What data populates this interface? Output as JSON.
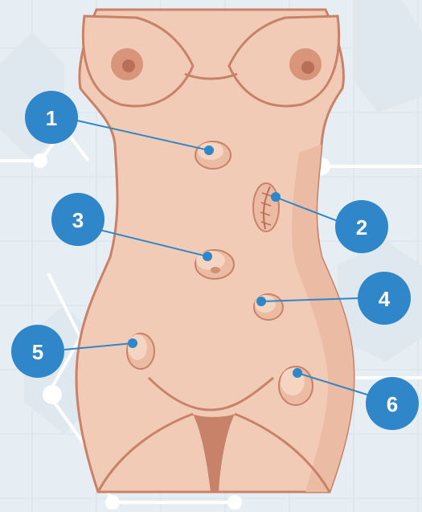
{
  "diagram": {
    "colors": {
      "background": "#e6eef3",
      "grid_line": "#d6e2ea",
      "network_line": "#ffffff",
      "skin_light": "#f2cbb6",
      "skin_mid": "#ecbba3",
      "skin_shadow": "#d99a80",
      "outline": "#c8826a",
      "nipple": "#c97b62",
      "marker": "#2f86c9",
      "marker_text": "#ffffff"
    },
    "markers": [
      {
        "id": 1,
        "label": "1"
      },
      {
        "id": 2,
        "label": "2"
      },
      {
        "id": 3,
        "label": "3"
      },
      {
        "id": 4,
        "label": "4"
      },
      {
        "id": 5,
        "label": "5"
      },
      {
        "id": 6,
        "label": "6"
      }
    ]
  }
}
